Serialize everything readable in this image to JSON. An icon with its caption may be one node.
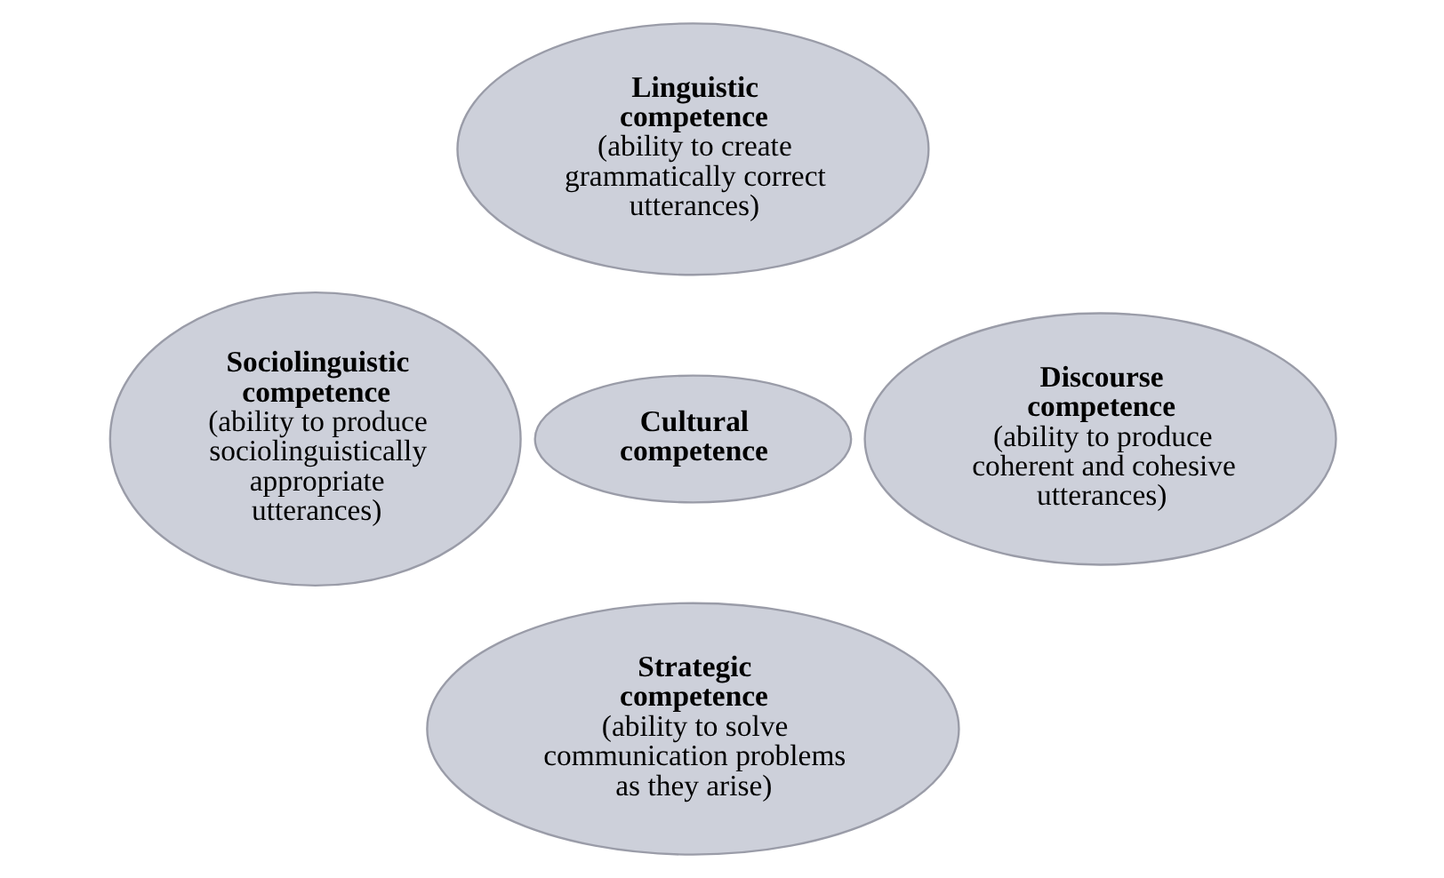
{
  "diagram": {
    "nodes": [
      {
        "text": [
          "Linguistic competence",
          "(ability to create grammatically correct utterances)"
        ]
      },
      {
        "text": [
          "Sociolinguistic competence",
          "(ability to produce sociolinguistically appropriate utterances)"
        ]
      },
      {
        "text": [
          "Cultural competence"
        ]
      },
      {
        "text": [
          "Discourse competence",
          "(ability to produce coherent and cohesive utterances)"
        ]
      },
      {
        "text": [
          "Strategic competence",
          "(ability to solve communication problems as they arise)"
        ]
      }
    ],
    "edges": []
  }
}
